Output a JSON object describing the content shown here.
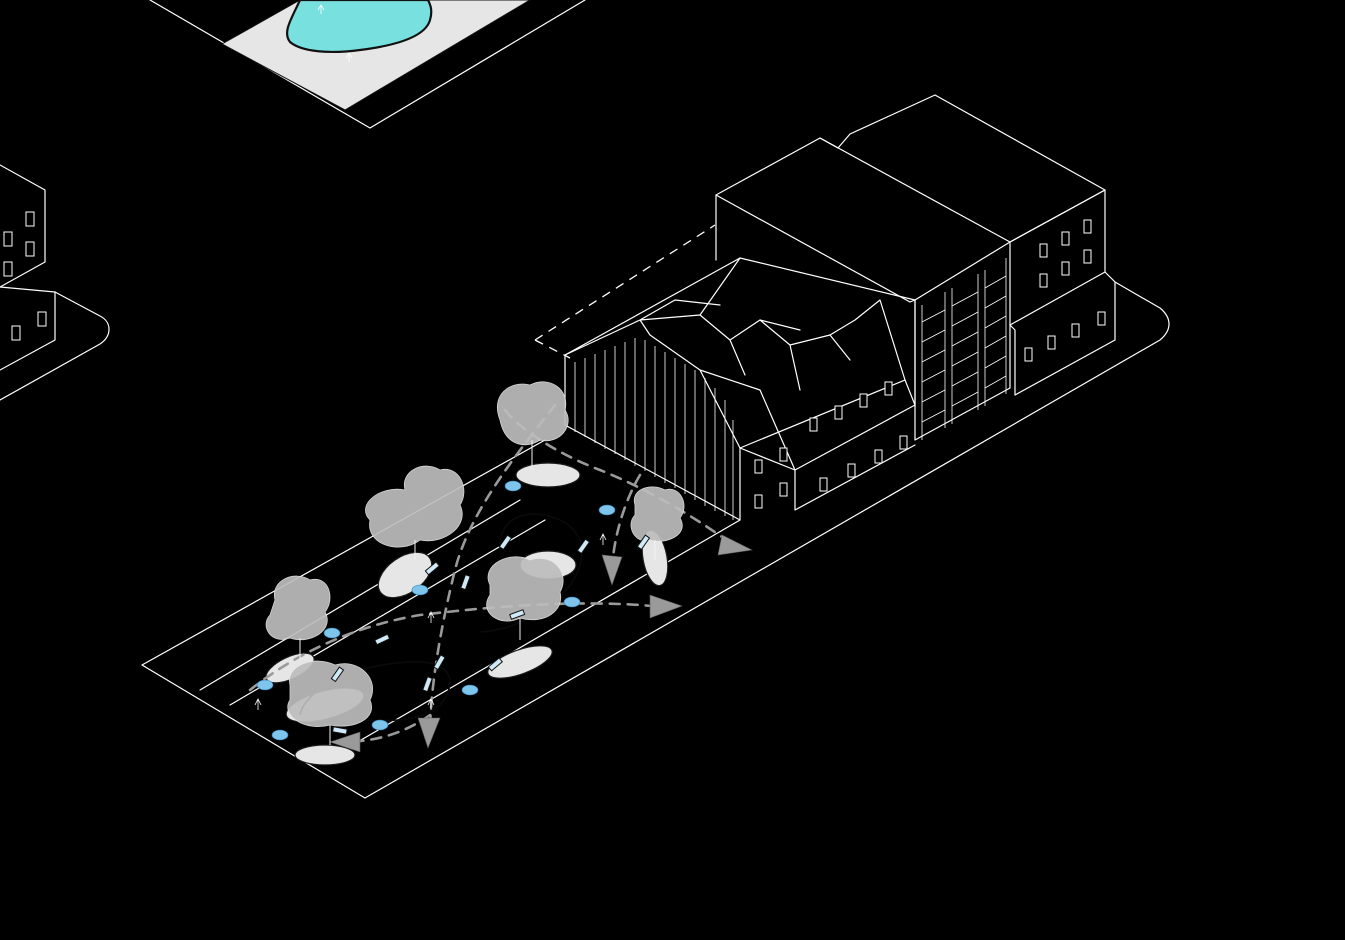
{
  "diagram": {
    "kind": "isometric-site-plan",
    "colors": {
      "background": "#000000",
      "line": "#ffffff",
      "pool_water": "#79e0e0",
      "plaza_paving": "#e6e6e6",
      "vegetation": "#bdbdbd",
      "puddle": "#7fc4ea",
      "circulation_path": "#9a9a9a"
    },
    "elements": [
      "pool-block",
      "left-building",
      "main-building",
      "sawtooth-hall",
      "plaza",
      "trees",
      "mounds",
      "benches",
      "circulation-arrows"
    ]
  }
}
